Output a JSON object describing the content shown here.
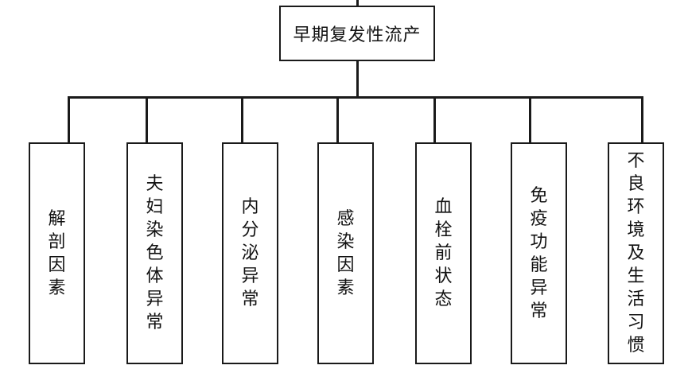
{
  "root": {
    "label": "早期复发性流产"
  },
  "children": [
    {
      "label": "解剖因素"
    },
    {
      "label": "夫妇染色体异常"
    },
    {
      "label": "内分泌异常"
    },
    {
      "label": "感染因素"
    },
    {
      "label": "血栓前状态"
    },
    {
      "label": "免疫功能异常"
    },
    {
      "label": "不良环境及生活习惯"
    }
  ]
}
